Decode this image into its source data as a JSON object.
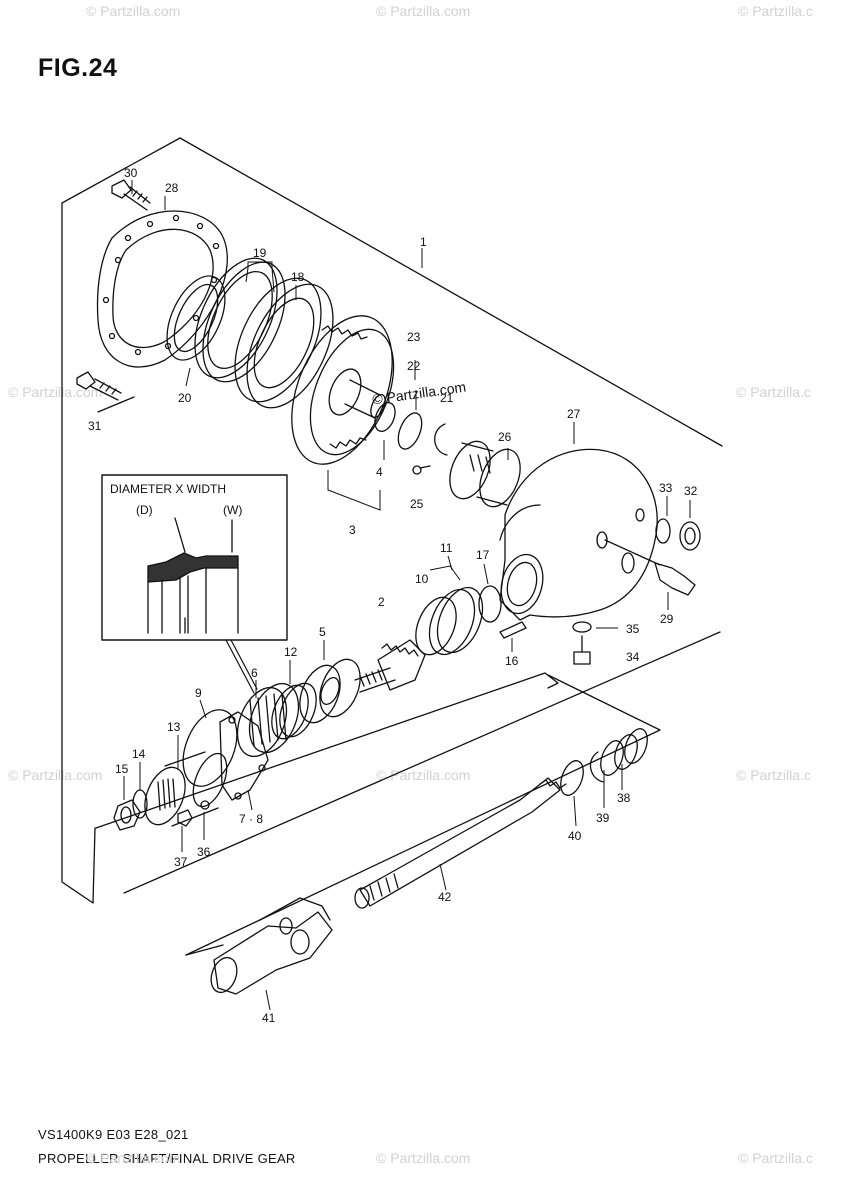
{
  "figure": {
    "title": "FIG.24",
    "model_code": "VS1400K9 E03 E28_021",
    "name": "PROPELLER SHAFT/FINAL DRIVE GEAR"
  },
  "watermark": {
    "text": "© Partzilla.com",
    "text_short": "© Partzilla.c"
  },
  "inset": {
    "heading": "DIAMETER X WIDTH",
    "label_d": "(D)",
    "label_w": "(W)"
  },
  "callouts": [
    "1",
    "2",
    "3",
    "4",
    "5",
    "6",
    "7 · 8",
    "9",
    "10",
    "11",
    "12",
    "13",
    "14",
    "15",
    "16",
    "17",
    "18",
    "19",
    "20",
    "21",
    "22",
    "23",
    "25",
    "26",
    "27",
    "28",
    "29",
    "30",
    "31",
    "32",
    "33",
    "34",
    "35",
    "36",
    "37",
    "38",
    "39",
    "40",
    "41",
    "42"
  ]
}
